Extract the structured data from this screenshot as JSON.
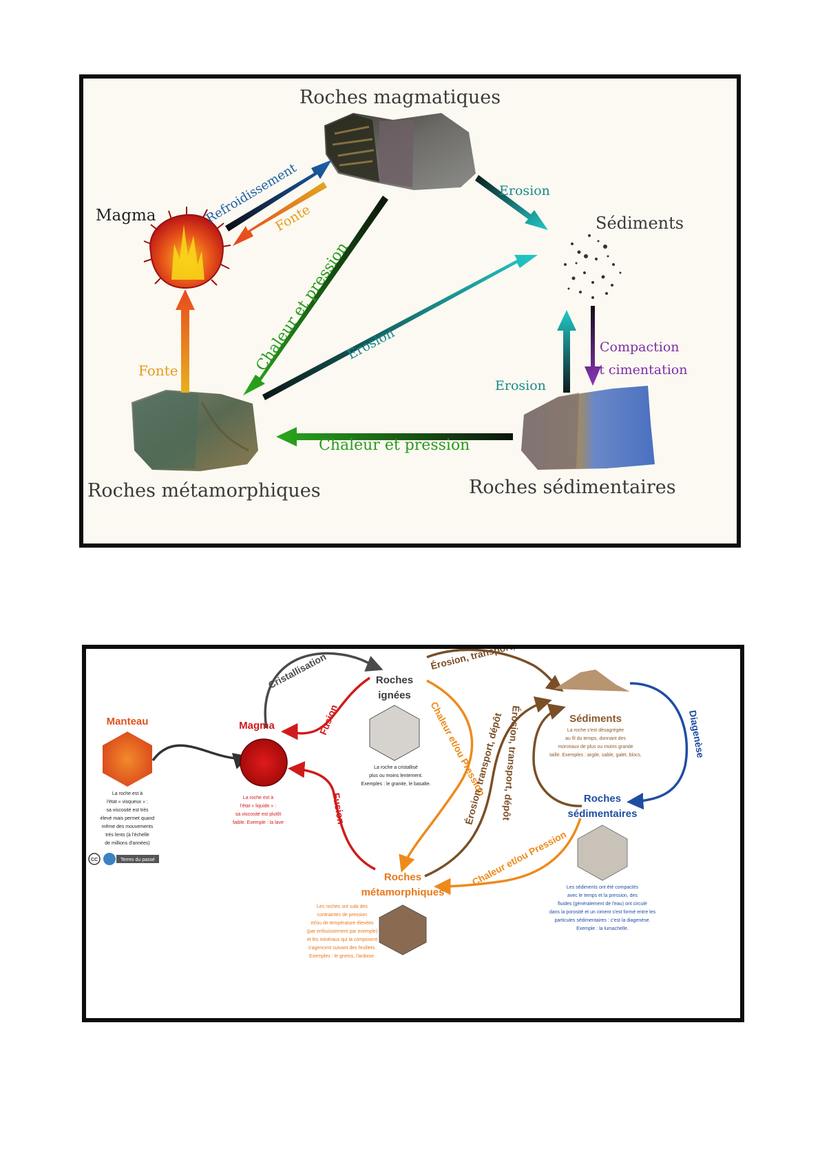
{
  "diagram1": {
    "nodes": {
      "magmatiques": "Roches magmatiques",
      "magma": "Magma",
      "sediments": "Sédiments",
      "metamorphiques": "Roches métamorphiques",
      "sedimentaires": "Roches sédimentaires"
    },
    "arrows": {
      "refroidissement": "Refroidissement",
      "fonte_top": "Fonte",
      "erosion_top": "Erosion",
      "chaleur_diag": "Chaleur et pression",
      "erosion_diag": "Erosion",
      "fonte_left": "Fonte",
      "compaction_1": "Compaction",
      "compaction_2": "et cimentation",
      "erosion_right": "Erosion",
      "chaleur_bottom": "Chaleur et pression"
    },
    "colors": {
      "cooling": "#1c5ea8",
      "melt": "#f07a1a",
      "erosion": "#1ec3c3",
      "pressure": "#2a9a1e",
      "compaction": "#7a2fa8"
    }
  },
  "diagram2": {
    "nodes": {
      "manteau": "Manteau",
      "magma": "Magma",
      "ignees_1": "Roches",
      "ignees_2": "ignées",
      "sediments": "Sédiments",
      "sedimentaires_1": "Roches",
      "sedimentaires_2": "sédimentaires",
      "metamorphiques_1": "Roches",
      "metamorphiques_2": "métamorphiques"
    },
    "arrows": {
      "cristallisation": "Cristallisation",
      "fusion_top": "Fusion",
      "fusion_bottom": "Fusion",
      "erosion_top": "Érosion, transport, dépôt",
      "chaleur_right": "Chaleur et/ou Pression",
      "erosion_mid": "Érosion, transport, dépôt",
      "erosion_mid2": "Érosion, transport, dépôt",
      "diagenese": "Diagenèse",
      "chaleur_bottom": "Chaleur et/ou Pression"
    },
    "descriptions": {
      "manteau": [
        "La roche est à",
        "l'état « visqueux » :",
        "sa viscosité est très",
        "élevé mais permet quand",
        "même des mouvements",
        "très lents (à l'échelle",
        "de millions d'années)"
      ],
      "magma": [
        "La roche est à",
        "l'état « liquide » :",
        "sa viscosité est plutôt",
        "faible. Exemple : la lave"
      ],
      "ignees": [
        "La roche a cristallisé",
        "plus ou moins lentement.",
        "Exemples : le granite, le basalte."
      ],
      "sediments": [
        "La roche s'est désagrégée",
        "au fil du temps, donnant des",
        "morceaux de plus ou moins grande",
        "taille. Exemples : argile, sable, galet, blocs."
      ],
      "sedimentaires": [
        "Les sédiments ont été compactés",
        "avec le temps et la pression, des",
        "fluides (généralement de l'eau) ont circulé",
        "dans la porosité et un ciment s'est formé entre les",
        "particules sédimentaires : c'est la diagenèse.",
        "Exemple : la lumachelle."
      ],
      "metamorphiques": [
        "Les roches ont subi des",
        "contraintes de pression",
        "et/ou de température élevées",
        "(par enfouissement par exemple)",
        "et les minéraux qui la composent",
        "s'agencent suivant des feuillets.",
        "Exemples : le gneiss, l'ardoise."
      ]
    },
    "credit": "Terres du passé",
    "license": "CC",
    "colors": {
      "manteau": "#e0531c",
      "magma": "#d01b1b",
      "ignees": "#3a3a3a",
      "sediments": "#8b5a2b",
      "sedimentaires": "#1f4ea0",
      "metamorphiques": "#e8781a"
    }
  }
}
